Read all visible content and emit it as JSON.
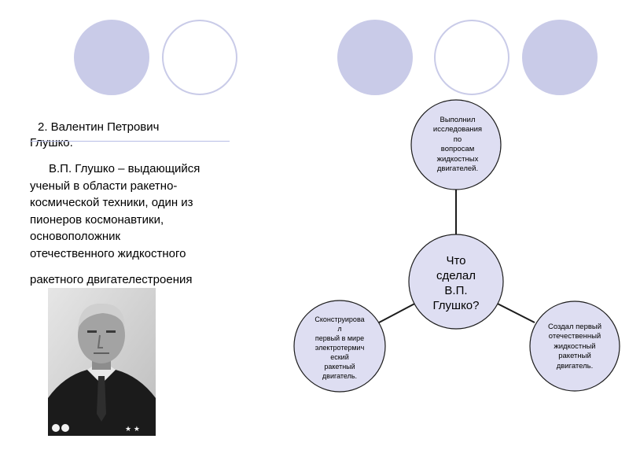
{
  "colors": {
    "decor_circle": "#c9cbe8",
    "node_fill": "#dedef2",
    "node_stroke": "#1c1c1c",
    "heading_rule": "#b8bde6"
  },
  "heading": {
    "line1": "2. Валентин Петрович",
    "line2": "Глушко."
  },
  "paragraph": {
    "first_line": "В.П. Глушко –  выдающийся",
    "rest": "ученый в области ракетно-\nкосмической техники, один из\nпионеров космонавтики,\nосновоположник\nотечественного жидкостного",
    "last_line": "ракетного двигателестроения"
  },
  "photo": {
    "icon": "portrait-photo"
  },
  "diagram": {
    "center": "Что\nсделал\nВ.П.\nГлушко?",
    "top": "Выполнил\nисследования\nпо\nвопросам\nжидкостных\nдвигателей.",
    "left": "Сконструирова\nл\nпервый в мире\nэлектротермич\nеский\nракетный\nдвигатель.",
    "right": "Создал первый\nотечественный\nжидкостный\nракетный\nдвигатель."
  }
}
